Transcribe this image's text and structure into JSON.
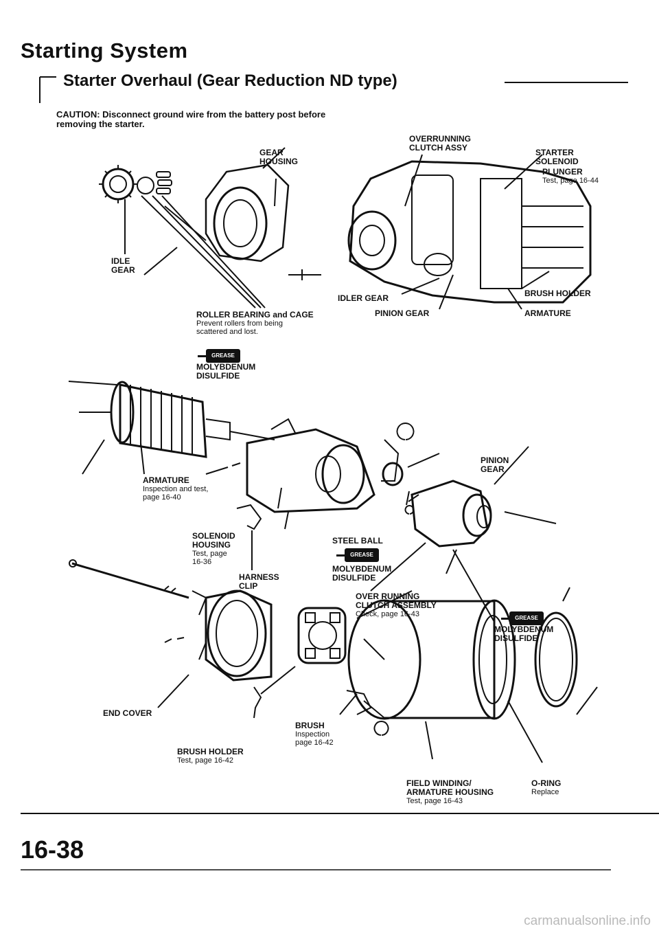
{
  "header": {
    "title": "Starting System",
    "subtitle": "Starter Overhaul (Gear Reduction ND type)",
    "caution": "CAUTION: Disconnect ground wire from the battery post before removing the starter."
  },
  "top_labels": {
    "gear_housing": [
      "GEAR",
      "HOUSING"
    ],
    "overrunning_clutch": [
      "OVERRUNNING",
      "CLUTCH ASSY"
    ],
    "starter_solenoid": [
      "STARTER",
      "SOLENOID"
    ],
    "plunger": "PLUNGER",
    "plunger_test": "Test, page 16-44",
    "idle_gear": [
      "IDLE",
      "GEAR"
    ],
    "idler_gear": "IDLER GEAR",
    "brush_holder": "BRUSH HOLDER",
    "roller_bearing": "ROLLER BEARING and CAGE",
    "roller_note": [
      "Prevent rollers from being",
      "scattered and lost."
    ],
    "pinion_gear": "PINION GEAR",
    "armature": "ARMATURE",
    "moly_1": [
      "MOLYBDENUM",
      "DISULFIDE"
    ]
  },
  "mid_labels": {
    "pinion_gear": [
      "PINION",
      "GEAR"
    ],
    "armature": "ARMATURE",
    "armature_note": [
      "Inspection and test,",
      "page 16-40"
    ],
    "solenoid_housing": [
      "SOLENOID",
      "HOUSING"
    ],
    "solenoid_test": [
      "Test, page",
      "16-36"
    ],
    "harness_clip": [
      "HARNESS",
      "CLIP"
    ],
    "steel_ball": "STEEL BALL",
    "moly_2": [
      "MOLYBDENUM",
      "DISULFIDE"
    ],
    "over_running": [
      "OVER RUNNING",
      "CLUTCH ASSEMBLY"
    ],
    "over_running_check": "Check, page 16-43",
    "moly_3": [
      "MOLYBDENUM",
      "DISULFIDE"
    ]
  },
  "bottom_labels": {
    "end_cover": "END COVER",
    "brush": "BRUSH",
    "brush_note": [
      "Inspection",
      "page 16-42"
    ],
    "brush_holder": "BRUSH HOLDER",
    "brush_holder_test": "Test, page 16-42",
    "field_winding": [
      "FIELD WINDING/",
      "ARMATURE HOUSING"
    ],
    "field_test": "Test, page 16-43",
    "o_ring": "O-RING",
    "o_ring_note": "Replace"
  },
  "grease_label": "GREASE",
  "page_number": "16-38",
  "footer": "carmanualsonline.info"
}
